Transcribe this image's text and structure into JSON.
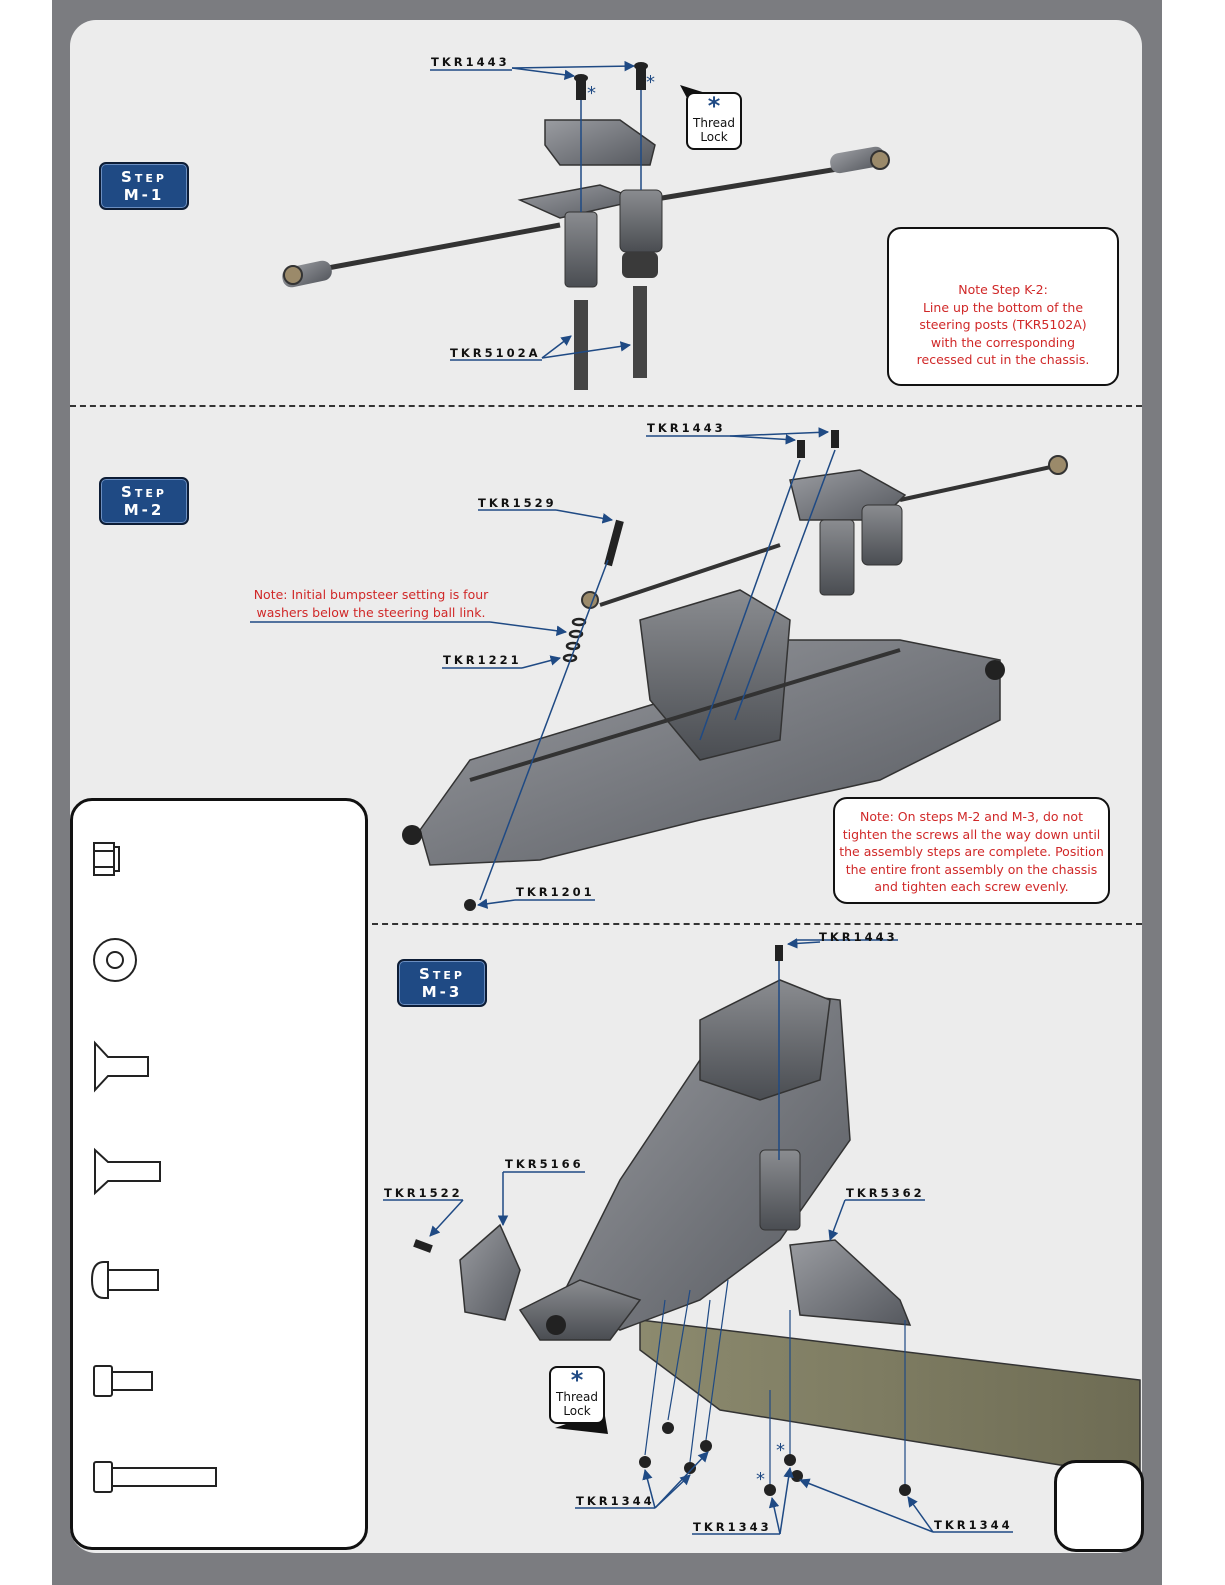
{
  "steps": {
    "m1": {
      "title": "Step",
      "number": "M-1"
    },
    "m2": {
      "title": "Step",
      "number": "M-2"
    },
    "m3": {
      "title": "Step",
      "number": "M-3"
    }
  },
  "parts": {
    "m1_tkr1443": "TKR1443",
    "m1_tkr5102a": "TKR5102A",
    "m2_tkr1443": "TKR1443",
    "m2_tkr1529": "TKR1529",
    "m2_tkr1221": "TKR1221",
    "m2_tkr1201": "TKR1201",
    "m3_tkr1443": "TKR1443",
    "m3_tkr5166": "TKR5166",
    "m3_tkr1522": "TKR1522",
    "m3_tkr5362": "TKR5362",
    "m3_tkr1344_left": "TKR1344",
    "m3_tkr1343": "TKR1343",
    "m3_tkr1344_right": "TKR1344"
  },
  "thread_lock": {
    "line1": "Thread",
    "line2": "Lock"
  },
  "notes": {
    "k2": {
      "title": "Note Step K-2:",
      "lines": [
        "Line up the bottom of the",
        "steering posts (TKR5102A)",
        "with the corresponding",
        "recessed cut in the chassis."
      ]
    },
    "bumpsteer": {
      "lines": [
        "Note: Initial bumpsteer setting is four",
        "washers below the steering ball link."
      ]
    },
    "tighten": {
      "lines": [
        "Note: On steps M-2 and M-3, do not",
        "tighten the screws all the way down until",
        "the assembly steps are complete. Position",
        "the entire front assembly on the chassis",
        "and tighten each screw evenly."
      ]
    }
  },
  "hardware_icons": [
    "nut-icon",
    "washer-icon",
    "flat-head-screw-short-icon",
    "flat-head-screw-long-icon",
    "button-head-screw-icon",
    "cap-screw-short-icon",
    "cap-screw-long-icon"
  ],
  "colors": {
    "accent_blue": "#1f4a84",
    "note_red": "#d02828",
    "frame_gray": "#7b7c80"
  }
}
